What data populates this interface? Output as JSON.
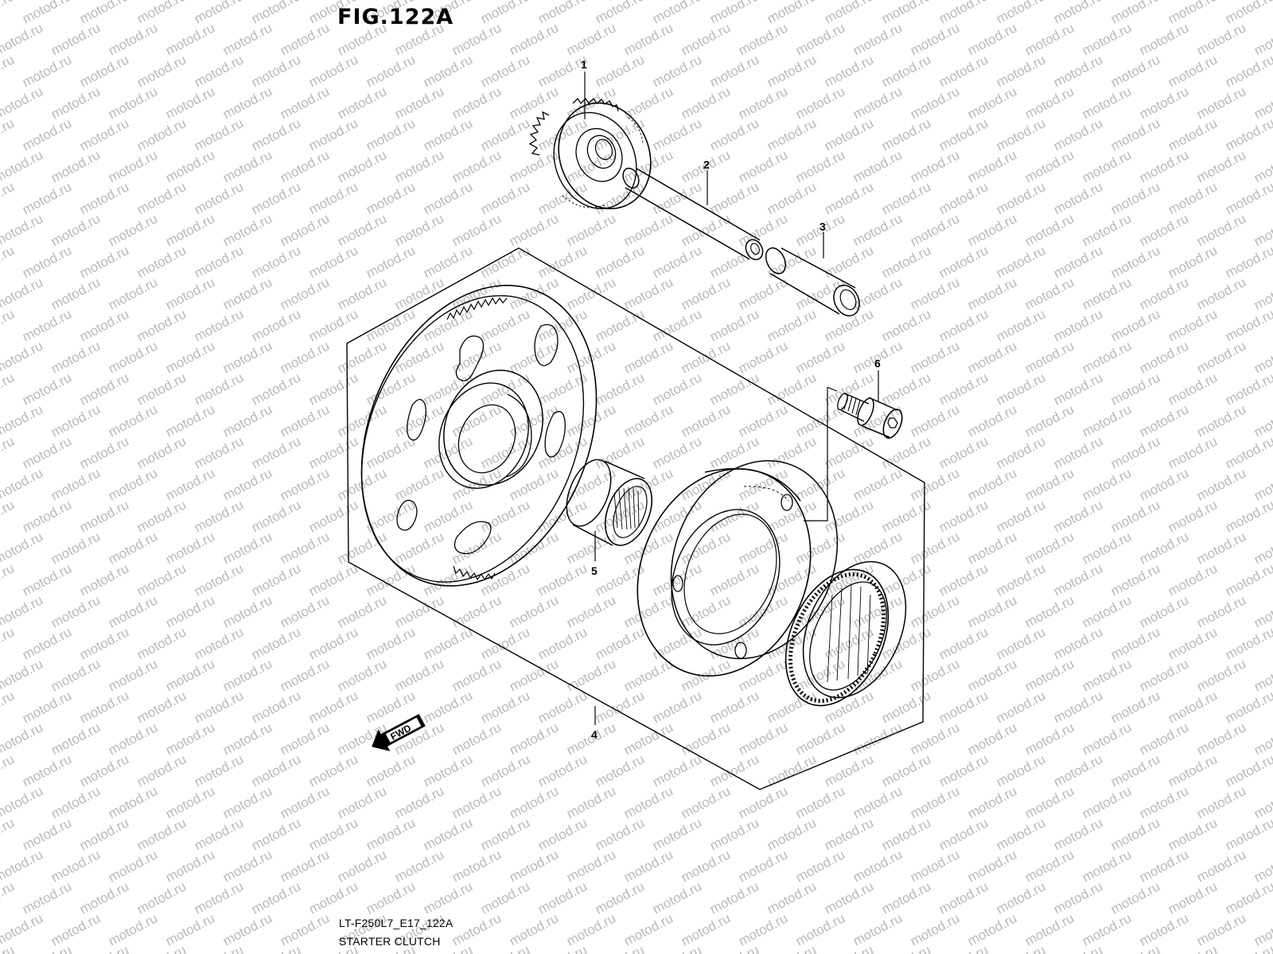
{
  "figure": {
    "title": "FIG.122A",
    "drawing_code": "LT-F250L7_E17_122A",
    "caption": "STARTER CLUTCH",
    "watermark": "motod.ru",
    "fwd_label": "FWD"
  },
  "callouts": [
    {
      "num": "1"
    },
    {
      "num": "2"
    },
    {
      "num": "3"
    },
    {
      "num": "4"
    },
    {
      "num": "5"
    },
    {
      "num": "6"
    }
  ],
  "colors": {
    "line": "#000000",
    "watermark": "#b9b9b9",
    "background": "#ffffff"
  }
}
